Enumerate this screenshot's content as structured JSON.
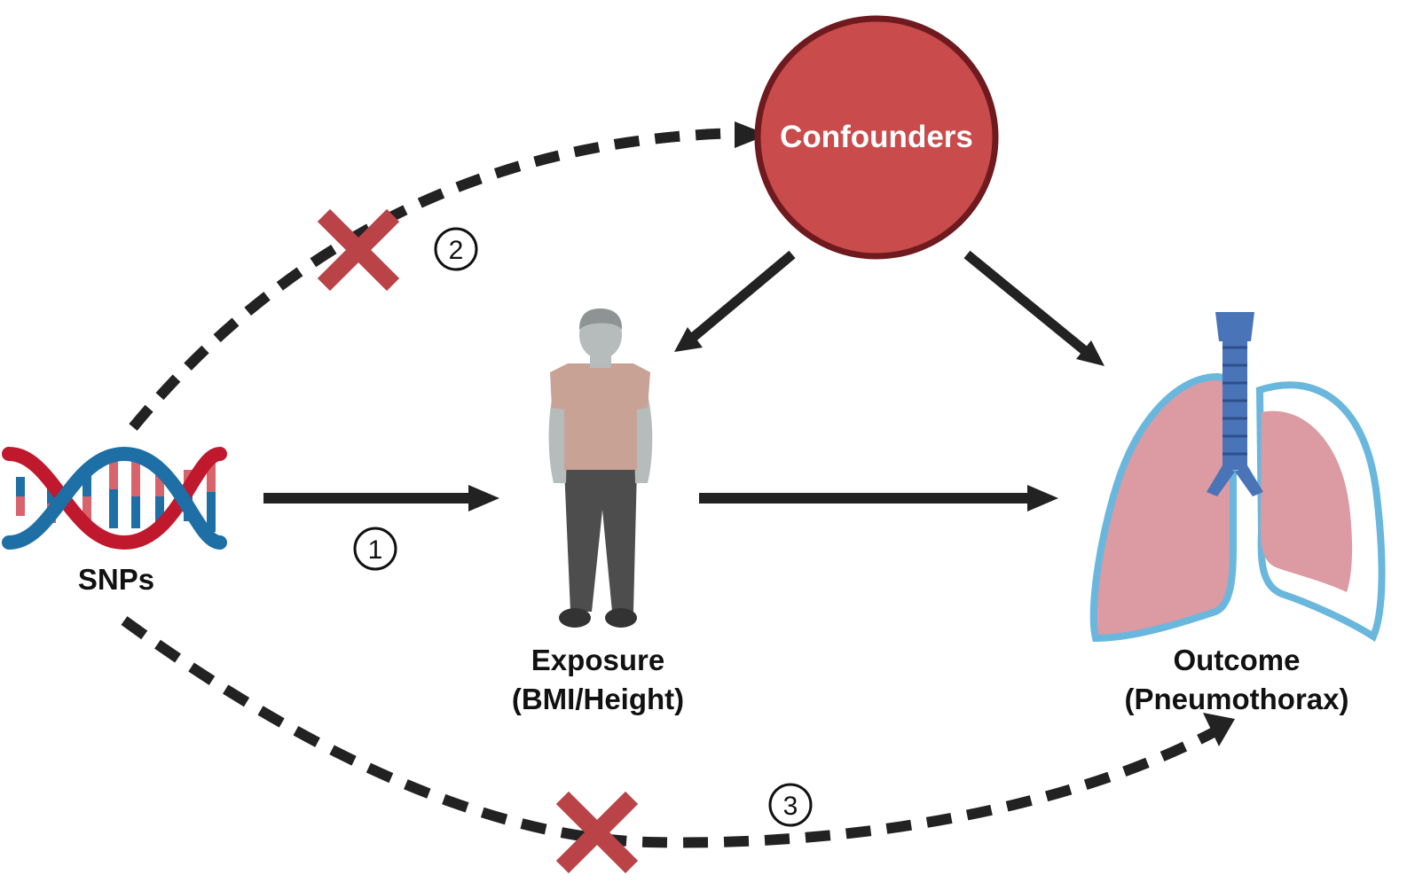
{
  "nodes": {
    "snps": {
      "label": "SNPs"
    },
    "exposure": {
      "label_line1": "Exposure",
      "label_line2": "(BMI/Height)"
    },
    "outcome": {
      "label_line1": "Outcome",
      "label_line2": "(Pneumothorax)"
    },
    "confounders": {
      "label": "Confounders"
    }
  },
  "markers": {
    "one": "1",
    "two": "2",
    "three": "3"
  },
  "colors": {
    "arrow": "#222222",
    "confounder_fill": "#c94b4b",
    "confounder_stroke": "#6e1a1f",
    "cross": "#b94347",
    "dna_red": "#c0182c",
    "dna_blue": "#1e6fa5",
    "lung_fill": "#dc9aa2",
    "lung_outline": "#6ab7de",
    "trachea": "#4a74b8",
    "shirt": "#c9a296",
    "pants": "#4d4d4d",
    "skin": "#b6bcbc"
  }
}
